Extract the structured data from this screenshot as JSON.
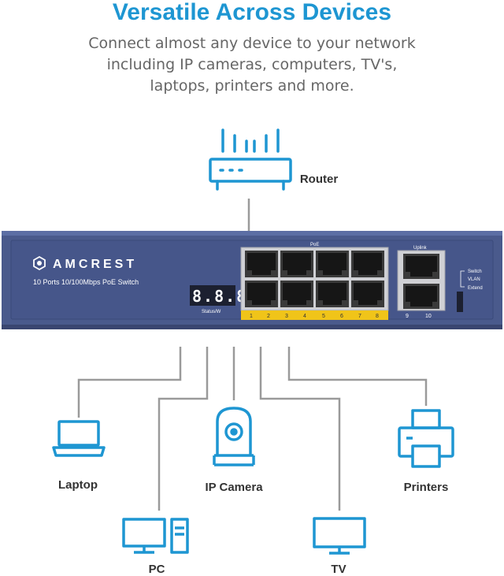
{
  "header": {
    "title": "Versatile Across Devices",
    "subtitle_lines": [
      "Connect almost any device to your network",
      "including IP cameras, computers, TV's,",
      "laptops, printers and more."
    ]
  },
  "switch": {
    "brand": "AMCREST",
    "model": "10 Ports 10/100Mbps PoE Switch",
    "display": "8.8.8",
    "status_label": "Status/W",
    "poe_label": "PoE",
    "uplink_label": "Uplink",
    "port_numbers": [
      "1",
      "2",
      "3",
      "4",
      "5",
      "6",
      "7",
      "8"
    ],
    "uplink_port_numbers": [
      "9",
      "10"
    ],
    "mode_options": [
      "Switch",
      "VLAN",
      "Extend"
    ]
  },
  "devices": {
    "router": "Router",
    "laptop": "Laptop",
    "ip_camera": "IP Camera",
    "printers": "Printers",
    "pc": "PC",
    "tv": "TV"
  },
  "colors": {
    "accent": "#1e96d2",
    "switch_body": "#4a5a8c",
    "connector_lines": "#9a9a9a"
  }
}
